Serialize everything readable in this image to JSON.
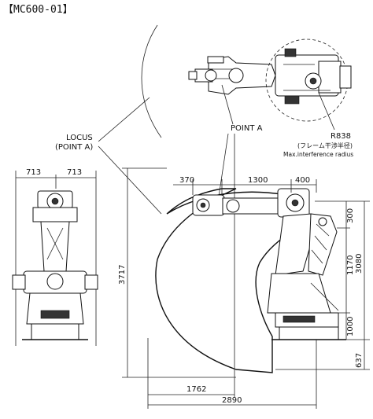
{
  "model_label": "【MC600-01】",
  "labels": {
    "locus": "LOCUS",
    "locus_sub": "(POINT A)",
    "point_a": "POINT A",
    "radius": "R838",
    "radius_jp": "(フレーム干渉半径)",
    "radius_en": "Max.interference radius"
  },
  "dimensions": {
    "front_left": "713",
    "front_right": "713",
    "top_370": "370",
    "top_1300": "1300",
    "top_400": "400",
    "right_300": "300",
    "right_1170": "1170",
    "right_3080": "3080",
    "right_1000": "1000",
    "right_637": "637",
    "left_3717": "3717",
    "bottom_1762": "1762",
    "bottom_2890": "2890"
  }
}
